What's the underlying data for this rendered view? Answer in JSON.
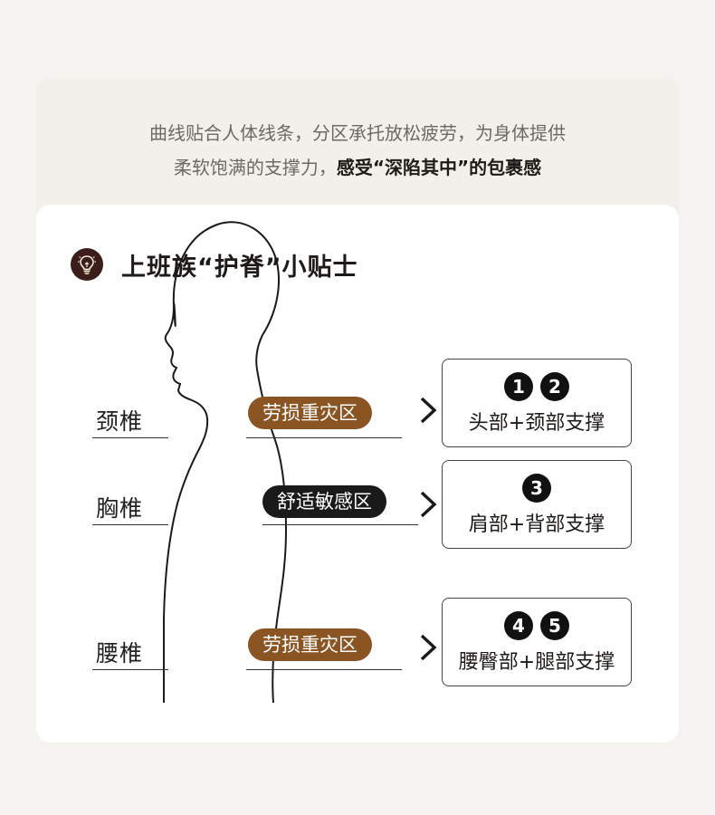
{
  "intro": {
    "line1": "曲线贴合人体线条，分区承托放松疲劳，为身体提供",
    "line2_plain": "柔软饱满的支撑力，",
    "line2_strong": "感受“深陷其中”的包裹感"
  },
  "tips": {
    "icon": "lightbulb-icon",
    "title": "上班族“护脊”小贴士"
  },
  "regions": [
    {
      "label": "颈椎",
      "zone": "劳损重灾区",
      "zone_color": "#8a5523",
      "numbers": [
        "1",
        "2"
      ],
      "support": "头部+颈部支撑"
    },
    {
      "label": "胸椎",
      "zone": "舒适敏感区",
      "zone_color": "#1a1a1a",
      "numbers": [
        "3"
      ],
      "support": "肩部+背部支撑"
    },
    {
      "label": "腰椎",
      "zone": "劳损重灾区",
      "zone_color": "#8a5523",
      "numbers": [
        "4",
        "5"
      ],
      "support": "腰臀部+腿部支撑"
    }
  ],
  "colors": {
    "background": "#f5f3ef",
    "card_top": "#f3f0eb",
    "accent_brown": "#8a5523",
    "icon_circle": "#3b1e1a"
  }
}
